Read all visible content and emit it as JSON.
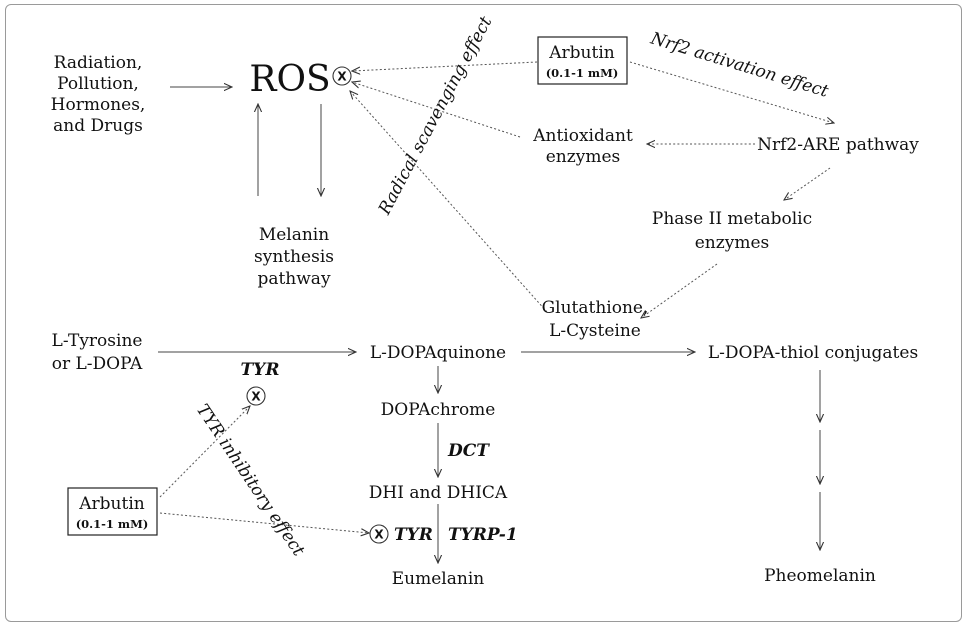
{
  "labels": {
    "sources": [
      "Radiation,",
      "Pollution,",
      "Hormones,",
      "and Drugs"
    ],
    "ros": "ROS",
    "melanin_synthesis": [
      "Melanin",
      "synthesis",
      "pathway"
    ],
    "arbutin_top": "Arbutin",
    "arbutin_top_dose": "(0.1-1 mM)",
    "radical_scavenging": "Radical scavenging effect",
    "nrf2_activation": "Nrf2 activation effect",
    "antioxidant_enzymes": [
      "Antioxidant",
      "enzymes"
    ],
    "nrf2_are": "Nrf2-ARE pathway",
    "phase2": [
      "Phase II metabolic",
      "enzymes"
    ],
    "glutathione": [
      "Glutathione,",
      "L-Cysteine"
    ],
    "tyrosine": [
      "L-Tyrosine",
      "or L-DOPA"
    ],
    "dopaquinone": "L-DOPAquinone",
    "thiol_conjugates": "L-DOPA-thiol conjugates",
    "tyr_top": "TYR",
    "dopachrome": "DOPAchrome",
    "dct": "DCT",
    "dhi_dhica": "DHI and DHICA",
    "tyr_bottom": "TYR",
    "tyrp1": "TYRP-1",
    "eumelanin": "Eumelanin",
    "pheomelanin": "Pheomelanin",
    "tyr_inhibitory": "TYR inhibitory effect",
    "arbutin_bottom": "Arbutin",
    "arbutin_bottom_dose": "(0.1-1 mM)",
    "x_mark": "X"
  }
}
